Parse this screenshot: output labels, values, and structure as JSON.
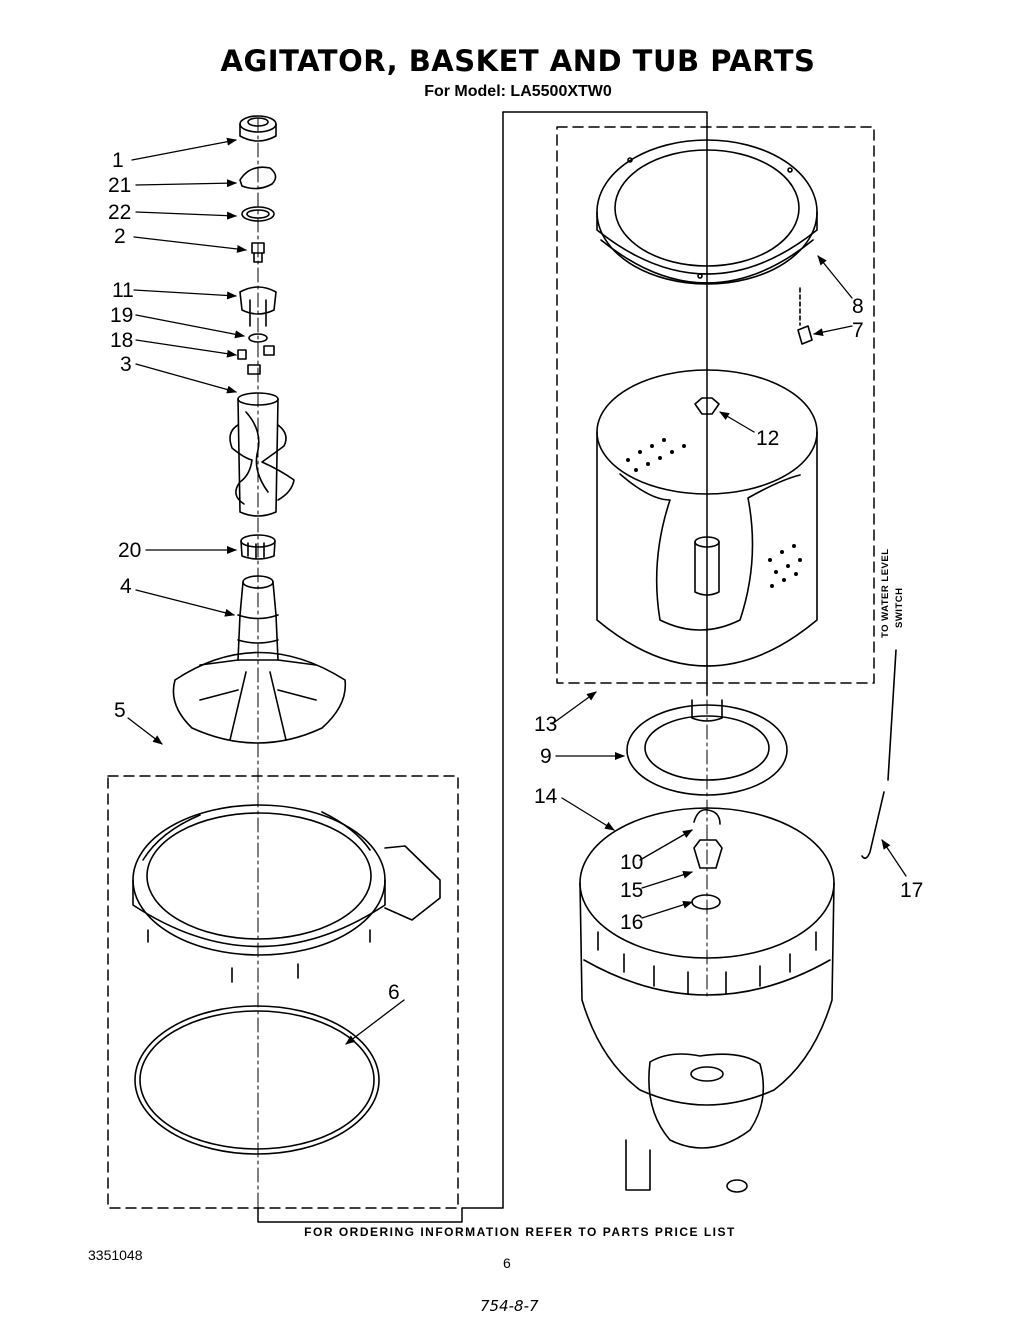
{
  "header": {
    "title": "AGITATOR, BASKET AND TUB PARTS",
    "subtitle": "For Model: LA5500XTW0"
  },
  "footer": {
    "ordering_note": "FOR ORDERING INFORMATION REFER TO PARTS PRICE LIST",
    "doc_number": "3351048",
    "page_number": "6",
    "handwritten_note": "754-8-7"
  },
  "callouts": {
    "water_level_line1": "TO WATER LEVEL",
    "water_level_line2": "SWITCH"
  },
  "part_labels": [
    "1",
    "21",
    "22",
    "2",
    "11",
    "19",
    "18",
    "3",
    "20",
    "4",
    "5",
    "6",
    "8",
    "7",
    "12",
    "13",
    "9",
    "14",
    "10",
    "15",
    "16",
    "17"
  ]
}
